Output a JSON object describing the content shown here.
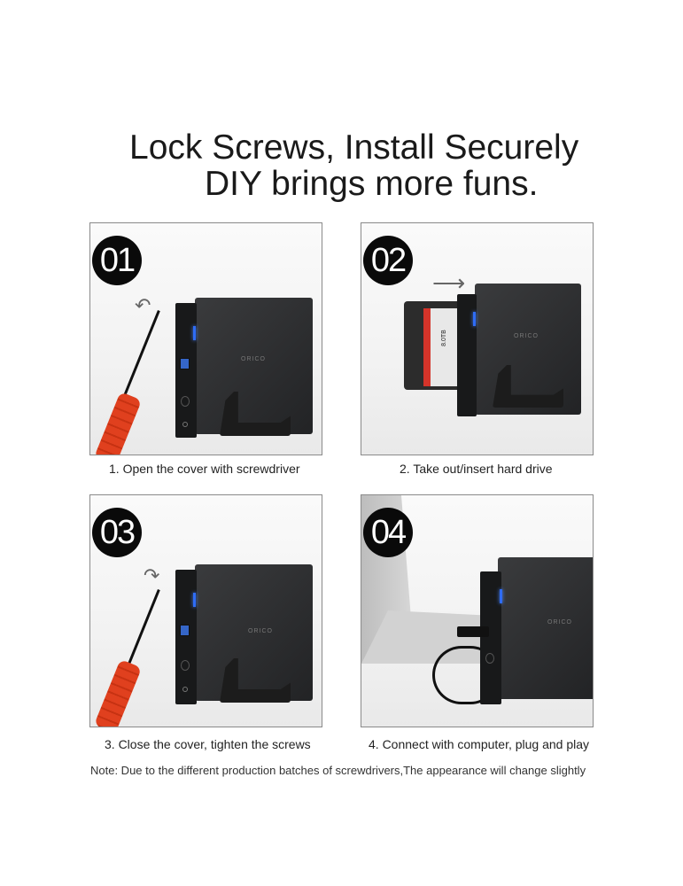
{
  "header": {
    "line1": "Lock Screws, Install Securely",
    "line2": "DIY brings more funs."
  },
  "steps": [
    {
      "badge": "01",
      "caption": "1. Open the cover with screwdriver"
    },
    {
      "badge": "02",
      "caption": "2. Take out/insert hard drive"
    },
    {
      "badge": "03",
      "caption": "3. Close the cover, tighten the screws"
    },
    {
      "badge": "04",
      "caption": "4. Connect with computer, plug and play"
    }
  ],
  "brand_logo": "ORICO",
  "drive_label": "8.0TB",
  "note": "Note: Due to the different production batches of screwdrivers,The appearance will change slightly",
  "colors": {
    "led": "#2f6cf5",
    "handle": "#e0401e",
    "badge": "#0a0a0a"
  }
}
